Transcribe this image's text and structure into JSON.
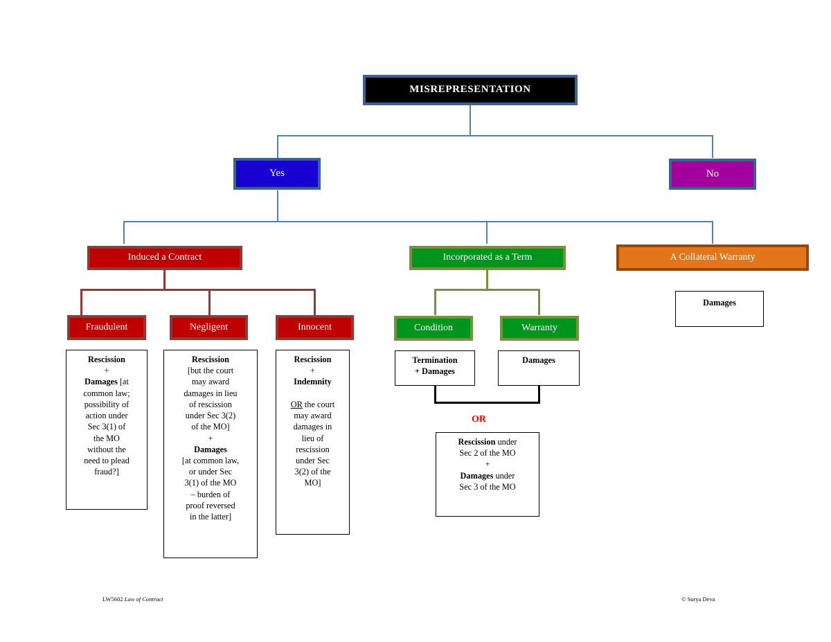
{
  "diagram": {
    "title_node": {
      "label": "MISREPRESENTATION",
      "fill": "#000000",
      "border": "#3a6391"
    },
    "branch_yes": {
      "label": "Yes",
      "fill": "#1800d2",
      "border": "#3a6391"
    },
    "branch_no": {
      "label": "No",
      "fill": "#a3009e",
      "border": "#3a6391"
    },
    "level3": {
      "induced": {
        "label": "Induced a Contract",
        "fill": "#c00000",
        "border": "#953735"
      },
      "incorporated": {
        "label": "Incorporated as a Term",
        "fill": "#00961e",
        "border": "#76923c"
      },
      "collateral": {
        "label": "A Collateral Warranty",
        "fill": "#e3761b",
        "border": "#974706"
      }
    },
    "level4": {
      "fraudulent": {
        "label": "Fraudulent",
        "fill": "#c00000",
        "border": "#953735"
      },
      "negligent": {
        "label": "Negligent",
        "fill": "#c00000",
        "border": "#953735"
      },
      "innocent": {
        "label": "Innocent",
        "fill": "#c00000",
        "border": "#953735"
      },
      "condition": {
        "label": "Condition",
        "fill": "#00961e",
        "border": "#76923c"
      },
      "warranty": {
        "label": "Warranty",
        "fill": "#00961e",
        "border": "#76923c"
      }
    },
    "remedies": {
      "fraudulent_remedy": {
        "lines": [
          {
            "bold": "Rescission",
            "plain": ""
          },
          {
            "bold": "",
            "plain": "+"
          },
          {
            "bold": "Damages",
            "plain": " [at"
          },
          {
            "bold": "",
            "plain": "common law;"
          },
          {
            "bold": "",
            "plain": "possibility of"
          },
          {
            "bold": "",
            "plain": "action under"
          },
          {
            "bold": "",
            "plain": "Sec 3(1) of"
          },
          {
            "bold": "",
            "plain": "the MO"
          },
          {
            "bold": "",
            "plain": "without the"
          },
          {
            "bold": "",
            "plain": "need to plead"
          },
          {
            "bold": "",
            "plain": "fraud?]"
          }
        ]
      },
      "negligent_remedy": {
        "lines": [
          {
            "bold": "Rescission",
            "plain": ""
          },
          {
            "bold": "",
            "plain": "[but the court"
          },
          {
            "bold": "",
            "plain": "may award"
          },
          {
            "bold": "",
            "plain": "damages in lieu"
          },
          {
            "bold": "",
            "plain": "of rescission"
          },
          {
            "bold": "",
            "plain": "under Sec 3(2)"
          },
          {
            "bold": "",
            "plain": "of the MO]"
          },
          {
            "bold": "",
            "plain": "+"
          },
          {
            "bold": "Damages",
            "plain": ""
          },
          {
            "bold": "",
            "plain": "[at common law,"
          },
          {
            "bold": "",
            "plain": "or under Sec"
          },
          {
            "bold": "",
            "plain": "3(1) of the MO"
          },
          {
            "bold": "",
            "plain": "– burden of"
          },
          {
            "bold": "",
            "plain": "proof reversed"
          },
          {
            "bold": "",
            "plain": "in the latter]"
          }
        ]
      },
      "innocent_remedy": {
        "lines": [
          {
            "bold": "Rescission",
            "plain": ""
          },
          {
            "bold": "",
            "plain": "+"
          },
          {
            "bold": "Indemnity",
            "plain": ""
          },
          {
            "bold": "",
            "plain": ""
          },
          {
            "bold": "",
            "plain": "OR the court"
          },
          {
            "bold": "",
            "plain": "may award"
          },
          {
            "bold": "",
            "plain": "damages in"
          },
          {
            "bold": "",
            "plain": "lieu of"
          },
          {
            "bold": "",
            "plain": "rescission"
          },
          {
            "bold": "",
            "plain": "under Sec"
          },
          {
            "bold": "",
            "plain": "3(2) of the"
          },
          {
            "bold": "",
            "plain": "MO]"
          }
        ],
        "underlined_token": "OR"
      },
      "condition_remedy": {
        "lines": [
          {
            "bold": "Termination",
            "plain": ""
          },
          {
            "bold": "+ Damages",
            "plain": ""
          }
        ]
      },
      "warranty_remedy": {
        "lines": [
          {
            "bold": "Damages",
            "plain": ""
          }
        ]
      },
      "or_label": "OR",
      "merged_remedy": {
        "lines": [
          {
            "bold": "Rescission",
            "plain": " under"
          },
          {
            "bold": "",
            "plain": "Sec 2 of the MO"
          },
          {
            "bold": "",
            "plain": "+"
          },
          {
            "bold": "Damages",
            "plain": " under"
          },
          {
            "bold": "",
            "plain": "Sec 3 of the MO"
          }
        ]
      },
      "collateral_remedy": {
        "lines": [
          {
            "bold": "Damages",
            "plain": ""
          }
        ]
      }
    },
    "connector_colors": {
      "blue": "#4f81bd",
      "red": "#953735",
      "green": "#76923c",
      "black": "#000000"
    }
  },
  "footer": {
    "left_code": "LW5602",
    "left_title": "Law of Contract",
    "right": "© Surya Deva"
  }
}
